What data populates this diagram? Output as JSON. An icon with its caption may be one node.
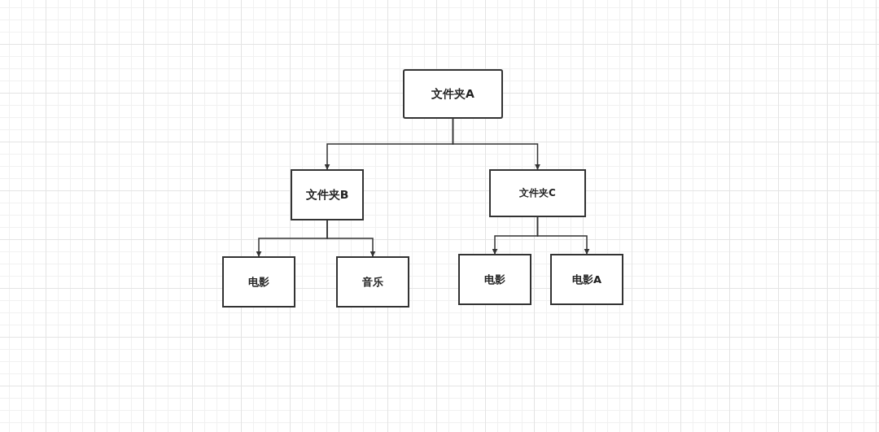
{
  "diagram": {
    "nodes": [
      {
        "text": [
          "文件夹A"
        ]
      },
      {
        "text": [
          "文件夹B"
        ]
      },
      {
        "text": [
          "文件夹C"
        ]
      },
      {
        "text": [
          "电影"
        ]
      },
      {
        "text": [
          "音乐"
        ]
      },
      {
        "text": [
          "电影"
        ]
      },
      {
        "text": [
          "电影A"
        ]
      }
    ],
    "edges": [
      {
        "from": 0,
        "to": 1,
        "arrow": "to"
      },
      {
        "from": 0,
        "to": 2,
        "arrow": "to"
      },
      {
        "from": 1,
        "to": 3,
        "arrow": "to"
      },
      {
        "from": 1,
        "to": 4,
        "arrow": "to"
      },
      {
        "from": 2,
        "to": 5,
        "arrow": "to"
      },
      {
        "from": 2,
        "to": 6,
        "arrow": "to"
      }
    ]
  }
}
